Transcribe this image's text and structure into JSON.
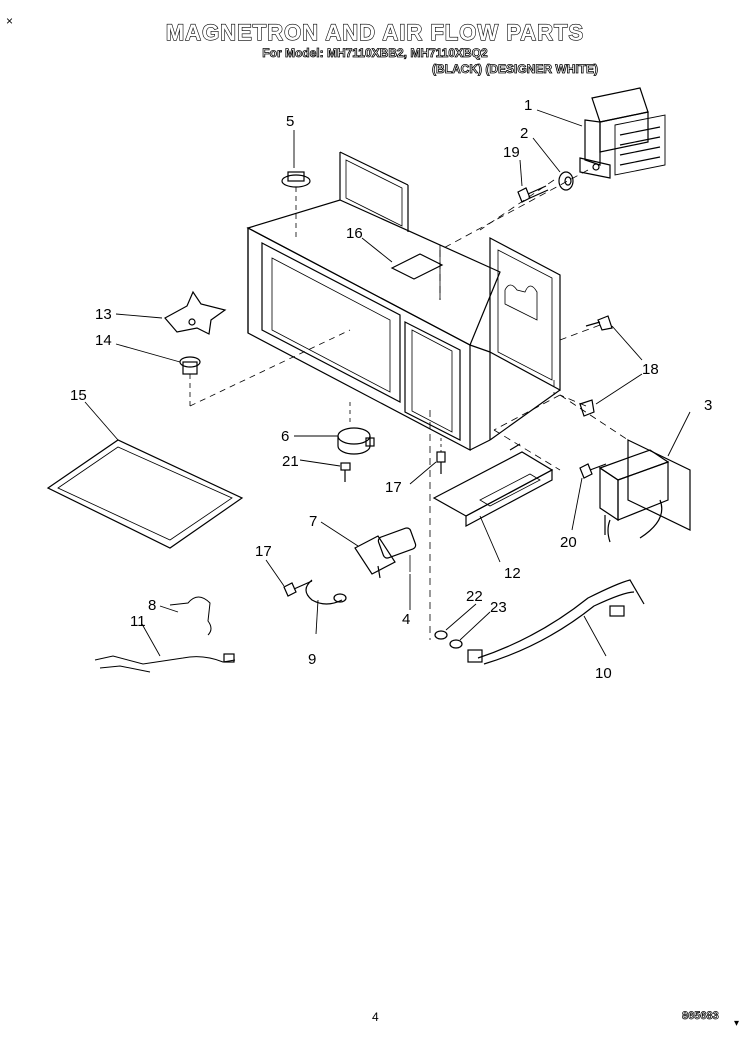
{
  "title": "MAGNETRON AND AIR FLOW PARTS",
  "model_line": "For Model: MH7110XBB2, MH7110XBQ2",
  "color_line": "(BLACK) (DESIGNER WHITE)",
  "corner_mark": "×",
  "page_number": "4",
  "doc_code": "865683",
  "end_mark": "▾",
  "callouts": [
    "1",
    "2",
    "3",
    "4",
    "5",
    "6",
    "7",
    "8",
    "9",
    "10",
    "11",
    "12",
    "13",
    "14",
    "15",
    "16",
    "17",
    "17",
    "18",
    "19",
    "20",
    "21",
    "22",
    "23"
  ]
}
